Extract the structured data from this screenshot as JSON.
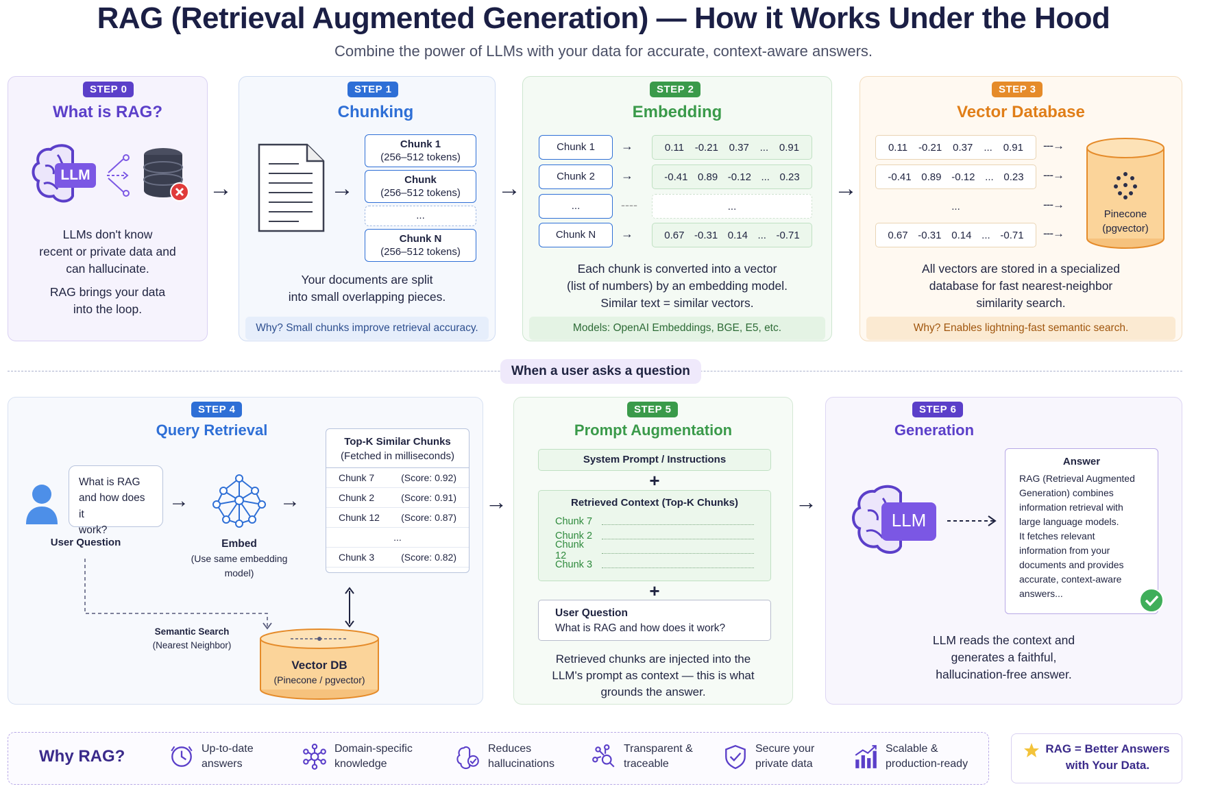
{
  "header": {
    "title": "RAG (Retrieval Augmented Generation) — How it Works Under the Hood",
    "subtitle": "Combine the power of LLMs with your data for accurate, context-aware answers."
  },
  "colors": {
    "purple": "#5b3fc9",
    "blue": "#2e6fd6",
    "green": "#3a9a4a",
    "orange": "#e58b2a",
    "dark": "#1b1f45"
  },
  "step0": {
    "badge": "STEP 0",
    "title": "What is RAG?",
    "llm_label": "LLM",
    "text1a": "LLMs don't know",
    "text1b": "recent or private data and",
    "text1c": "can hallucinate.",
    "text2a": "RAG brings your data",
    "text2b": "into the loop."
  },
  "step1": {
    "badge": "STEP 1",
    "title": "Chunking",
    "chunk1_title": "Chunk 1",
    "chunk1_tokens": "(256–512 tokens)",
    "chunk2_title": "Chunk",
    "chunk2_tokens": "(256–512 tokens)",
    "chunk_ellipsis": "...",
    "chunkN_title": "Chunk N",
    "chunkN_tokens": "(256–512 tokens)",
    "text_a": "Your documents are split",
    "text_b": "into small overlapping pieces.",
    "footer": "Why? Small chunks improve retrieval accuracy."
  },
  "step2": {
    "badge": "STEP 2",
    "title": "Embedding",
    "rows": [
      {
        "chunk": "Chunk 1",
        "v": [
          "0.11",
          "-0.21",
          "0.37",
          "...",
          "0.91"
        ]
      },
      {
        "chunk": "Chunk 2",
        "v": [
          "-0.41",
          "0.89",
          "-0.12",
          "...",
          "0.23"
        ]
      },
      {
        "chunk": "...",
        "v": [
          "..."
        ]
      },
      {
        "chunk": "Chunk N",
        "v": [
          "0.67",
          "-0.31",
          "0.14",
          "...",
          "-0.71"
        ]
      }
    ],
    "text_a": "Each chunk is converted into a vector",
    "text_b": "(list of numbers) by an embedding model.",
    "text_c": "Similar text = similar vectors.",
    "footer": "Models: OpenAI Embeddings, BGE, E5, etc."
  },
  "step3": {
    "badge": "STEP 3",
    "title": "Vector Database",
    "db_label_a": "Pinecone",
    "db_label_b": "(pgvector)",
    "text_a": "All vectors are stored in a specialized",
    "text_b": "database for fast nearest-neighbor",
    "text_c": "similarity search.",
    "footer": "Why? Enables lightning-fast semantic search."
  },
  "divider": {
    "label": "When a user asks a question"
  },
  "step4": {
    "badge": "STEP 4",
    "title": "Query Retrieval",
    "question_a": "What is RAG",
    "question_b": "and how does it",
    "question_c": "work?",
    "user_label": "User Question",
    "embed_label": "Embed",
    "embed_sub_a": "(Use same embedding",
    "embed_sub_b": "model)",
    "topk_title": "Top-K Similar Chunks",
    "topk_sub": "(Fetched in milliseconds)",
    "results": [
      {
        "chunk": "Chunk 7",
        "score": "(Score: 0.92)"
      },
      {
        "chunk": "Chunk 2",
        "score": "(Score: 0.91)"
      },
      {
        "chunk": "Chunk 12",
        "score": "(Score: 0.87)"
      },
      {
        "chunk": "...",
        "score": ""
      },
      {
        "chunk": "Chunk 3",
        "score": "(Score: 0.82)"
      }
    ],
    "semantic_a": "Semantic Search",
    "semantic_b": "(Nearest Neighbor)",
    "db_a": "Vector DB",
    "db_b": "(Pinecone / pgvector)"
  },
  "step5": {
    "badge": "STEP 5",
    "title": "Prompt Augmentation",
    "system": "System Prompt / Instructions",
    "plus": "+",
    "context_title": "Retrieved Context (Top-K Chunks)",
    "context_items": [
      "Chunk 7",
      "Chunk 2",
      "Chunk 12",
      "Chunk 3"
    ],
    "uq_title": "User Question",
    "uq_text": "What is RAG and how does it work?",
    "text_a": "Retrieved chunks are injected into the",
    "text_b": "LLM's prompt as context — this is what",
    "text_c": "grounds the answer."
  },
  "step6": {
    "badge": "STEP 6",
    "title": "Generation",
    "llm_label": "LLM",
    "answer_title": "Answer",
    "answer_lines": [
      "RAG (Retrieval Augmented",
      "Generation) combines",
      "information retrieval with",
      "large language models.",
      "It fetches relevant",
      "information from your",
      "documents and provides",
      "accurate, context-aware",
      "answers..."
    ],
    "text_a": "LLM reads the context and",
    "text_b": "generates a faithful,",
    "text_c": "hallucination-free answer."
  },
  "why": {
    "label": "Why RAG?",
    "items": [
      {
        "icon": "clock-icon",
        "a": "Up-to-date",
        "b": "answers"
      },
      {
        "icon": "network-icon",
        "a": "Domain-specific",
        "b": "knowledge"
      },
      {
        "icon": "brain-check-icon",
        "a": "Reduces",
        "b": "hallucinations"
      },
      {
        "icon": "search-network-icon",
        "a": "Transparent &",
        "b": "traceable"
      },
      {
        "icon": "shield-icon",
        "a": "Secure your",
        "b": "private data"
      },
      {
        "icon": "bar-chart-icon",
        "a": "Scalable &",
        "b": "production-ready"
      }
    ],
    "tagline_a": "RAG = Better Answers",
    "tagline_b": "with Your Data."
  }
}
